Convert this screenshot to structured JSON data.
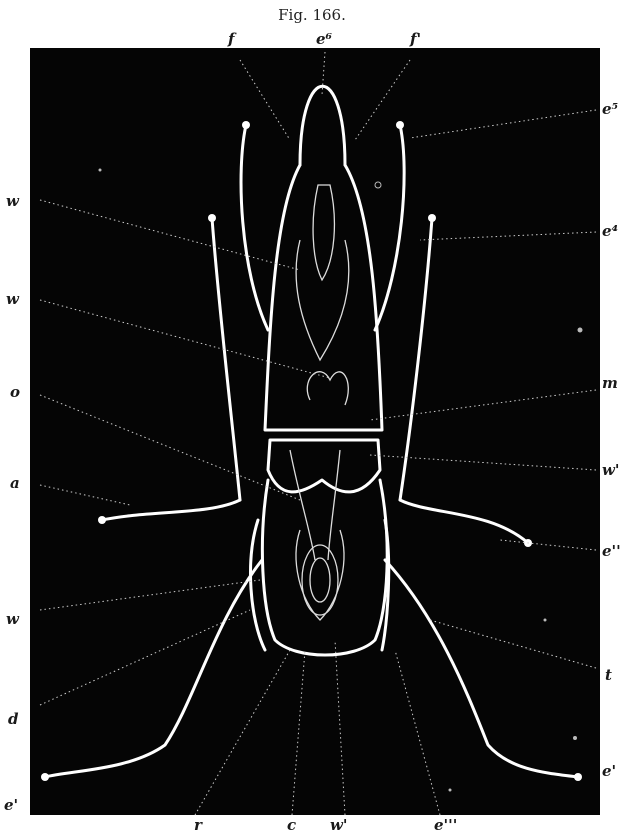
{
  "figure": {
    "caption": "Fig. 166."
  },
  "labels": {
    "f": "f",
    "e6": "e⁶",
    "f_prime": "f'",
    "e5": "e⁵",
    "w_1": "w",
    "e4": "e⁴",
    "w_2": "w",
    "o": "o",
    "m": "m",
    "a": "a",
    "w_prime_right": "w'",
    "e_double_prime": "e''",
    "w_3": "w",
    "d": "d",
    "t": "t",
    "e_prime_left": "e'",
    "e_prime_right": "e'",
    "r": "r",
    "c": "c",
    "w_prime_bottom": "w'",
    "e_triple_prime": "e'''"
  },
  "colors": {
    "background": "#050505",
    "drawing": "#ffffff",
    "label_text": "#1a1a1a"
  }
}
